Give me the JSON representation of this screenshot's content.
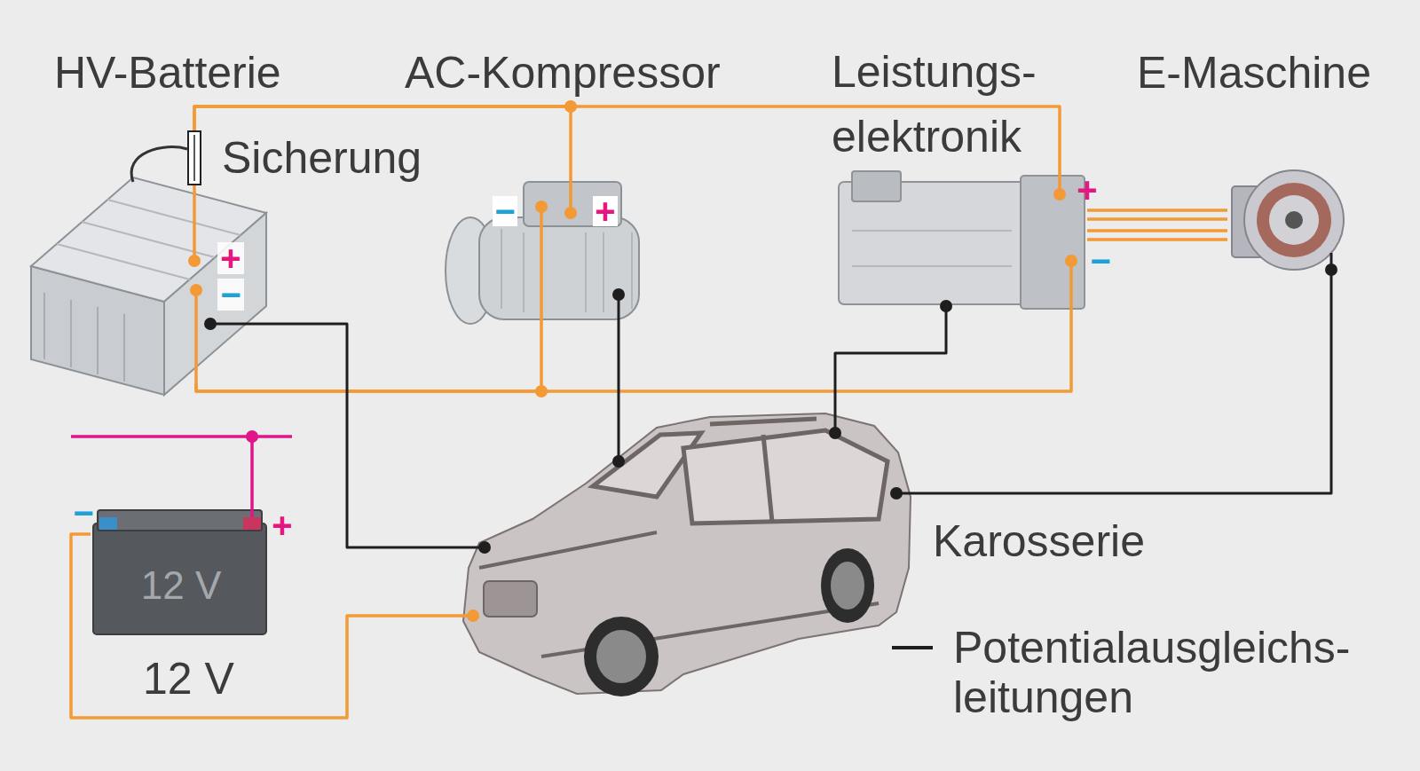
{
  "diagram": {
    "nodes": [
      {
        "text": [
          "HV-Batterie"
        ]
      },
      {
        "text": [
          "AC-Kompressor"
        ]
      },
      {
        "text": [
          "Leistungs- elektronik"
        ]
      },
      {
        "text": [
          "E-Maschine"
        ]
      },
      {
        "text": [
          "12 V",
          "12 V"
        ]
      },
      {
        "text": [
          "Karosserie"
        ]
      }
    ],
    "edges": [
      {
        "from": 0,
        "to": 1,
        "arrow": "none"
      },
      {
        "from": 0,
        "to": 2,
        "arrow": "none"
      },
      {
        "from": 0,
        "to": 1,
        "arrow": "none"
      },
      {
        "from": 0,
        "to": 2,
        "arrow": "none"
      },
      {
        "from": 2,
        "to": 3,
        "arrow": "none"
      },
      {
        "from": 4,
        "to": 5,
        "arrow": "none"
      },
      {
        "from": 0,
        "to": 5,
        "arrow": "none"
      },
      {
        "from": 1,
        "to": 5,
        "arrow": "none"
      },
      {
        "from": 2,
        "to": 5,
        "arrow": "none"
      },
      {
        "from": 3,
        "to": 5,
        "arrow": "none"
      }
    ],
    "labels": [
      "Sicherung",
      "+",
      "−",
      "−",
      "+",
      "+",
      "−",
      "−",
      "+"
    ],
    "legend": [
      {
        "text": "Potentialausgleichs- leitungen"
      }
    ]
  }
}
